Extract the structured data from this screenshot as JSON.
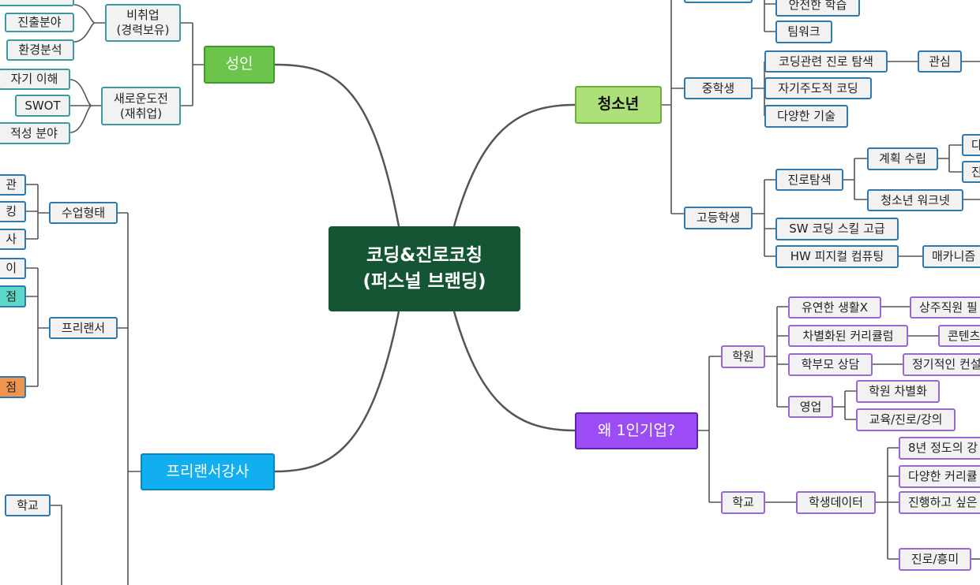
{
  "center": {
    "title": "코딩&진로코칭\n(퍼스널 브랜딩)"
  },
  "adult": {
    "label": "성인",
    "branch1": {
      "label": "비취업\n(경력보유)",
      "children": [
        "진출분야",
        "환경분석"
      ]
    },
    "branch2": {
      "label": "새로운도전\n(재취업)",
      "children": [
        "자기 이해",
        "SWOT",
        "적성 분야"
      ]
    }
  },
  "freelancer": {
    "label": "프리랜서강사",
    "class_type": {
      "label": "수업형태",
      "children": [
        "관",
        "킹",
        "사"
      ]
    },
    "freelance": {
      "label": "프리랜서",
      "children": [
        "이",
        "점",
        "점"
      ]
    },
    "school": {
      "label": "학교"
    }
  },
  "teen": {
    "label": "청소년",
    "top_items": [
      "안전한 학습",
      "팀워크"
    ],
    "middle": {
      "label": "중학생",
      "children": [
        "코딩관련 진로 탐색",
        "자기주도적 코딩",
        "다양한 기술"
      ],
      "interest": "관심"
    },
    "high": {
      "label": "고등학생",
      "explore": {
        "label": "진로탐색",
        "plan": "계획 수립",
        "plan_children": [
          "다",
          "진"
        ],
        "worknet": "청소년 워크넷"
      },
      "sw": "SW 코딩 스킬 고급",
      "hw": "HW 피지컬 컴퓨팅",
      "mechanism": "매카니즘"
    }
  },
  "why": {
    "label": "왜 1인기업?",
    "academy": {
      "label": "학원",
      "items": [
        {
          "label": "유연한 생활X",
          "child": "상주직원 필"
        },
        {
          "label": "차별화된 커리큘럼",
          "child": "콘텐츠"
        },
        {
          "label": "학부모 상담",
          "child": "정기적인 컨설"
        }
      ],
      "sales": {
        "label": "영업",
        "children": [
          "학원 차별화",
          "교육/진로/강의"
        ]
      }
    },
    "school": {
      "label": "학교",
      "data": {
        "label": "학생데이터",
        "children": [
          "8년 정도의 강",
          "다양한 커리큘",
          "진행하고 싶은",
          "진로/흥미"
        ]
      }
    }
  },
  "colors": {
    "center": "#155534",
    "adult": "#6cc44a",
    "teen": "#aee07a",
    "freelancer": "#11aef0",
    "why": "#9b4cf4"
  }
}
